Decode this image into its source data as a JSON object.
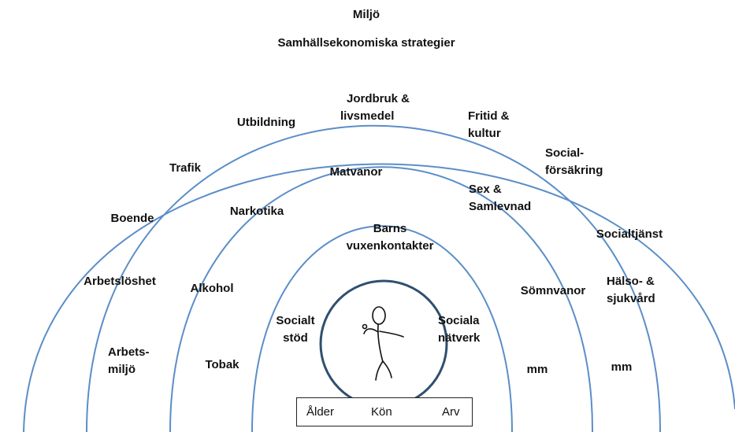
{
  "outer": {
    "line1": "Miljö",
    "line2": "Samhällsekonomiska  strategier"
  },
  "ring3": {
    "jordbruk": [
      "Jordbruk  &",
      "livsmedel"
    ],
    "utbildning": "Utbildning",
    "fritid": [
      "Fritid &",
      "kultur"
    ],
    "trafik": "Trafik",
    "social_forsakring": [
      "Social-",
      "försäkring"
    ],
    "boende": "Boende",
    "socialtjanst": "Socialtjänst",
    "arbetsloshet": "Arbetslöshet",
    "halso": [
      "Hälso- &",
      "sjukvård"
    ],
    "arbetsmiljo": [
      "Arbets-",
      "miljö"
    ],
    "mm": "mm"
  },
  "ring2": {
    "matvanor": "Matvanor",
    "sex": [
      "Sex &",
      "Samlevnad"
    ],
    "narkotika": "Narkotika",
    "alkohol": "Alkohol",
    "somnvanor": "Sömnvanor",
    "tobak": "Tobak",
    "mm": "mm"
  },
  "ring1": {
    "barns": [
      "Barns",
      "vuxenkontakter"
    ],
    "socialt_stod": [
      "Socialt",
      "stöd"
    ],
    "sociala_natverk": [
      "Sociala",
      "nätverk"
    ]
  },
  "base": {
    "alder": "Ålder",
    "kon": "Kön",
    "arv": "Arv"
  },
  "colors": {
    "ring_stroke": "#5b8ec8",
    "circle_stroke": "#2f4f6f",
    "text": "#111111"
  }
}
